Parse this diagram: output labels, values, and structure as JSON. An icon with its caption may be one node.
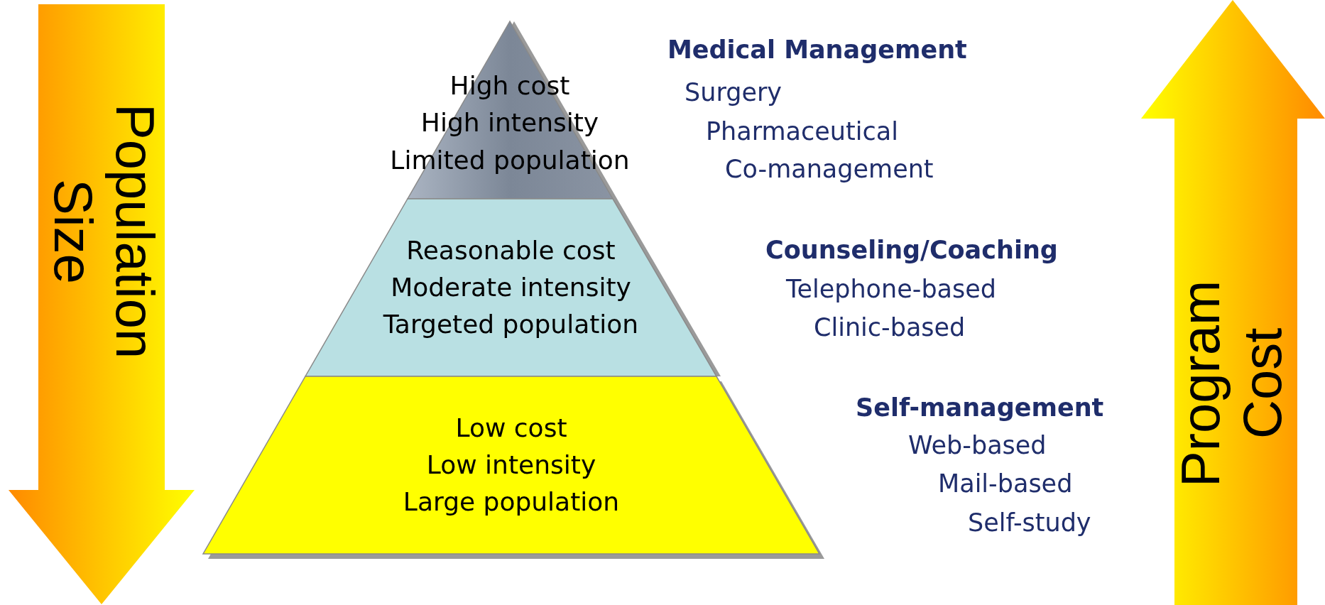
{
  "diagram": {
    "nodes": [
      {
        "text": [
          "High cost",
          "High intensity",
          "Limited population"
        ]
      },
      {
        "text": [
          "Reasonable cost",
          "Moderate intensity",
          "Targeted population"
        ]
      },
      {
        "text": [
          "Low cost",
          "Low intensity",
          "Large population"
        ]
      },
      {
        "text": [
          "Population Size"
        ]
      },
      {
        "text": [
          "Program Cost"
        ]
      }
    ],
    "labels": [
      "Medical Management",
      "Surgery",
      "Pharmaceutical",
      "Co-management",
      "Counseling/Coaching",
      "Telephone-based",
      "Clinic-based",
      "Self-management",
      "Web-based",
      "Mail-based",
      "Self-study"
    ]
  }
}
